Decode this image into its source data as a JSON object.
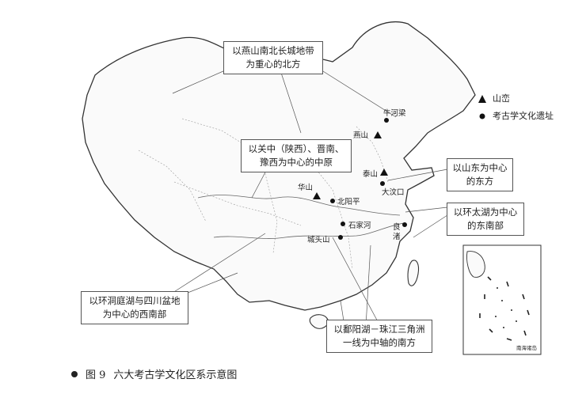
{
  "map": {
    "regions": [
      {
        "line1": "以燕山南北长城地带",
        "line2": "为重心的北方"
      },
      {
        "line1": "以关中（陕西）、晋南、",
        "line2": "豫西为中心的中原"
      },
      {
        "line1": "以山东为中心",
        "line2": "的东方"
      },
      {
        "line1": "以环太湖为中心",
        "line2": "的东南部"
      },
      {
        "line1": "以环洞庭湖与四川盆地",
        "line2": "为中心的西南部"
      },
      {
        "line1": "以鄱阳湖－珠江三角洲",
        "line2": "一线为中轴的南方"
      }
    ],
    "mountains": [
      "燕山",
      "泰山",
      "华山"
    ],
    "sites": [
      "牛河梁",
      "大汶口",
      "北阳平",
      "石家河",
      "良渚",
      "城头山"
    ],
    "legend": {
      "mountain": "山峦",
      "site": "考古学文化遗址"
    },
    "inset_label": "南海诸岛"
  },
  "caption": {
    "figure": "图 9",
    "text": "六大考古学文化区系示意图"
  }
}
